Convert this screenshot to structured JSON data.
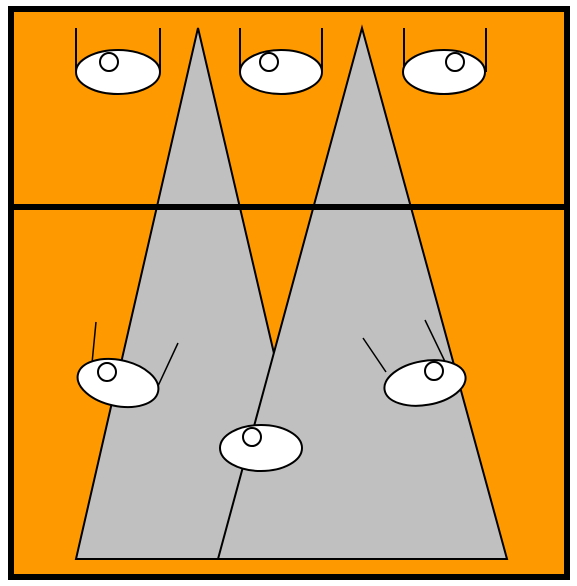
{
  "colors": {
    "page_background": "#ffffff",
    "room_fill": "#ff9900",
    "border_stroke": "#000000",
    "light_cone_fill": "#c0c0c0",
    "light_cone_stroke": "#000000",
    "object_fill": "#ffffff",
    "object_stroke": "#000000"
  },
  "diagram": {
    "regions": [
      {
        "name": "upper-region"
      },
      {
        "name": "lower-region"
      }
    ],
    "light_cones": [
      {
        "name": "left-light-cone"
      },
      {
        "name": "right-light-cone"
      }
    ],
    "ceiling_lamps": [
      {
        "name": "ceiling-lamp-left"
      },
      {
        "name": "ceiling-lamp-middle"
      },
      {
        "name": "ceiling-lamp-right"
      }
    ],
    "floor_lamps": [
      {
        "name": "floor-lamp-left"
      },
      {
        "name": "floor-lamp-center"
      },
      {
        "name": "floor-lamp-right"
      }
    ]
  }
}
